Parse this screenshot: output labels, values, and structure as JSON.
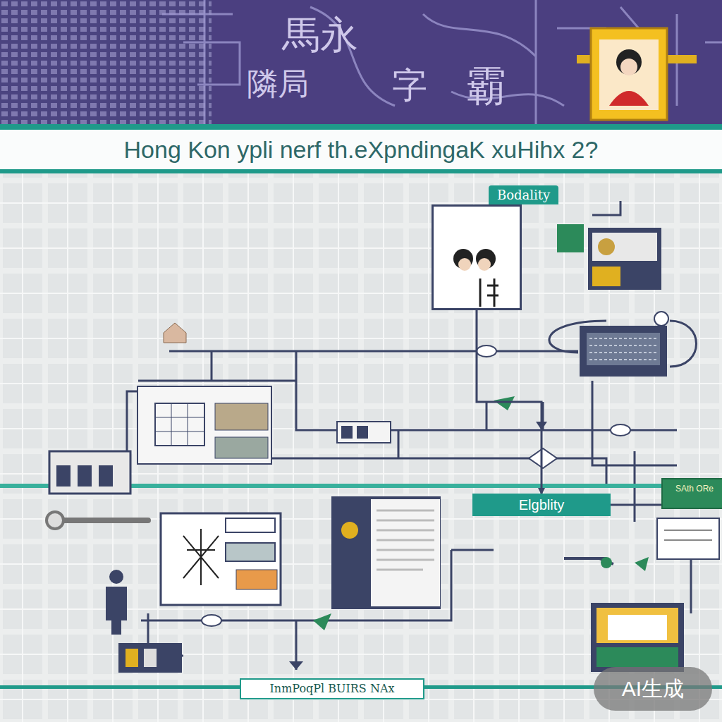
{
  "diagram": {
    "title": "Hong Kon ypli nerf th.eXpndingaK xuHihx 2?",
    "nodes": [
      {
        "text": [
          "Bodality"
        ]
      },
      {
        "text": [
          "Elgblity"
        ]
      },
      {
        "text": [
          "SAth ORe"
        ]
      },
      {
        "text": [
          "InmPoqPl BUIRS NAx"
        ]
      }
    ],
    "edges": [
      {
        "from": 0,
        "to": 1,
        "arrow": "to"
      },
      {
        "from": 1,
        "to": 2,
        "arrow": "none"
      }
    ],
    "labels": [
      "馬永",
      "隣局",
      "字",
      "霸",
      "AI生成"
    ]
  }
}
